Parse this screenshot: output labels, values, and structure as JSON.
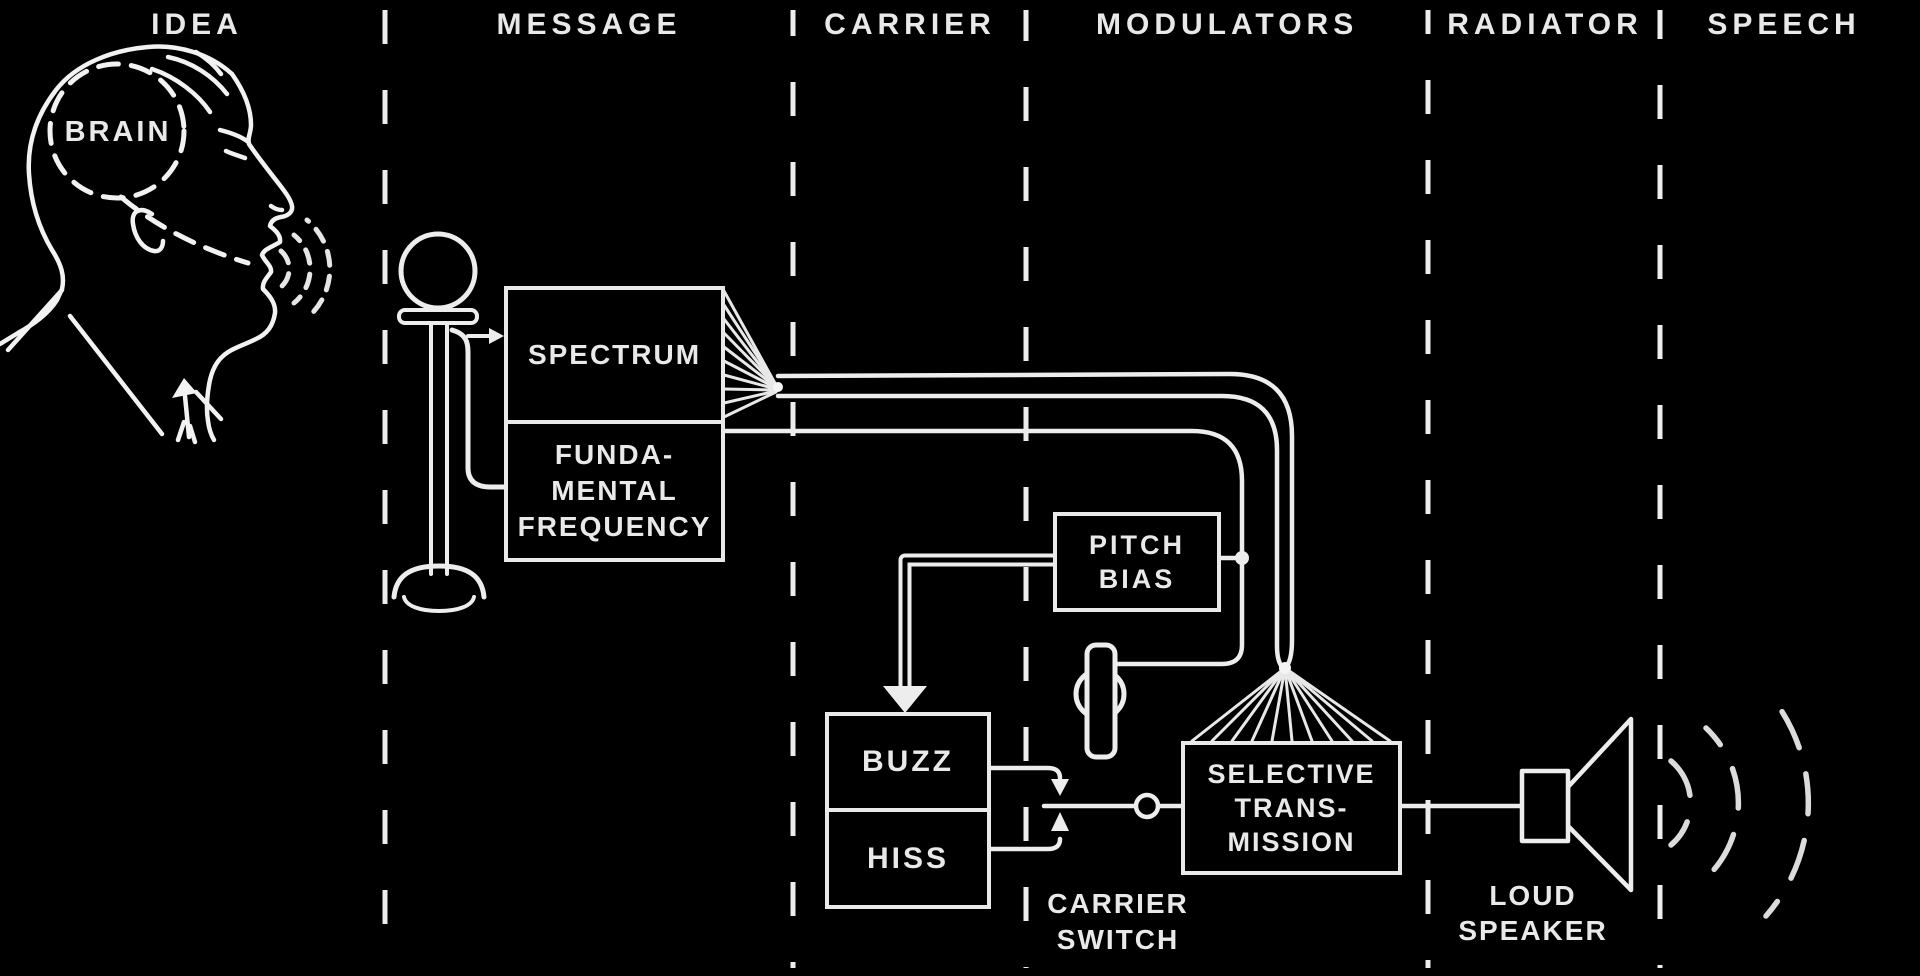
{
  "canvas": {
    "background_color": "#000000",
    "line_color": "#ededed",
    "text_color": "#e9e9e9"
  },
  "columns": [
    {
      "label": "IDEA"
    },
    {
      "label": "MESSAGE"
    },
    {
      "label": "CARRIER"
    },
    {
      "label": "MODULATORS"
    },
    {
      "label": "RADIATOR"
    },
    {
      "label": "SPEECH"
    }
  ],
  "nodes": {
    "brain": {
      "label": "BRAIN"
    },
    "spectrum": {
      "label": "SPECTRUM"
    },
    "fundamental_frequency": {
      "lines": [
        "FUNDA-",
        "MENTAL",
        "FREQUENCY"
      ]
    },
    "pitch_bias": {
      "lines": [
        "PITCH",
        "BIAS"
      ]
    },
    "buzz": {
      "label": "BUZZ"
    },
    "hiss": {
      "label": "HISS"
    },
    "selective_transmission": {
      "lines": [
        "SELECTIVE",
        "TRANS-",
        "MISSION"
      ]
    },
    "carrier_switch": {
      "lines": [
        "CARRIER",
        "SWITCH"
      ]
    },
    "loudspeaker": {
      "lines": [
        "LOUD",
        "SPEAKER"
      ]
    }
  },
  "icons": {
    "head-profile-icon": "line-drawing of man speaking, facing right",
    "brain-outline-icon": "dashed circle around brain",
    "speech-waves-icon": "dashed arcs leaving mouth",
    "microphone-icon": "ball microphone on floor stand",
    "spectrum-fan-icon": "fan of wires converging from spectrum box",
    "selective-fan-icon": "fan of wires spreading into selective transmission box",
    "reed-relay-icon": "reed armature with coil loop",
    "carrier-switch-contact-icon": "switch lever with contact circle",
    "loudspeaker-horn-icon": "driver box with horn",
    "sound-waves-icon": "dashed arcs leaving horn",
    "column-separator-icon": "vertical dashed divider lines"
  }
}
